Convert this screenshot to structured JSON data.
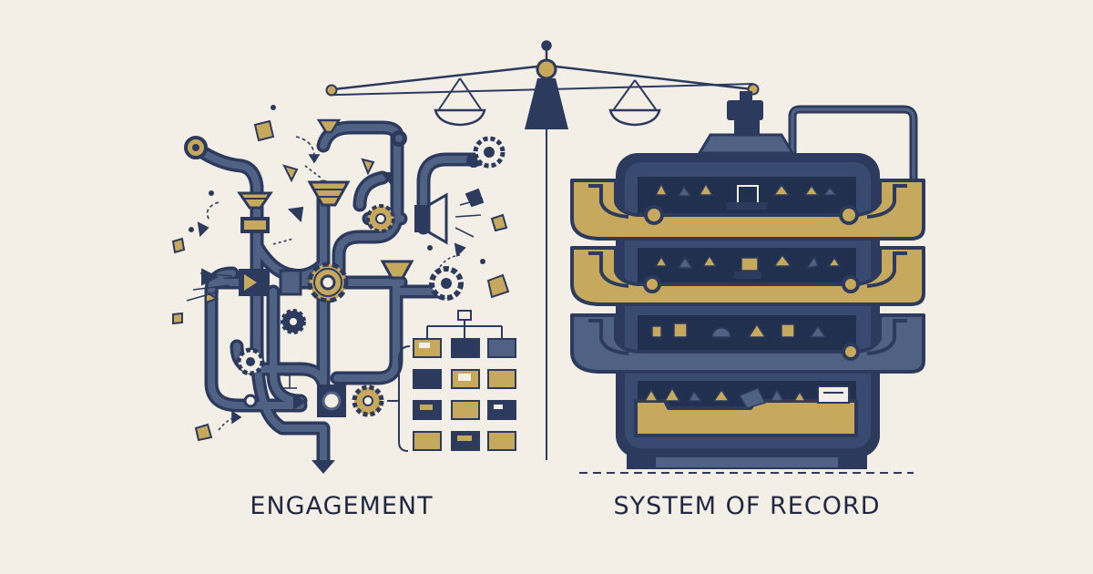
{
  "labels": {
    "left": "ENGAGEMENT",
    "right": "SYSTEM OF RECORD"
  },
  "colors": {
    "background": "#f4efe6",
    "navy": "#2c3a5e",
    "slate": "#4f6284",
    "gold": "#c6a95c",
    "ink": "#1f2840"
  },
  "icons": [
    "balance-scale-icon",
    "pipe-network",
    "gear-icon",
    "funnel-icon",
    "folder-grid",
    "filing-cabinet"
  ]
}
